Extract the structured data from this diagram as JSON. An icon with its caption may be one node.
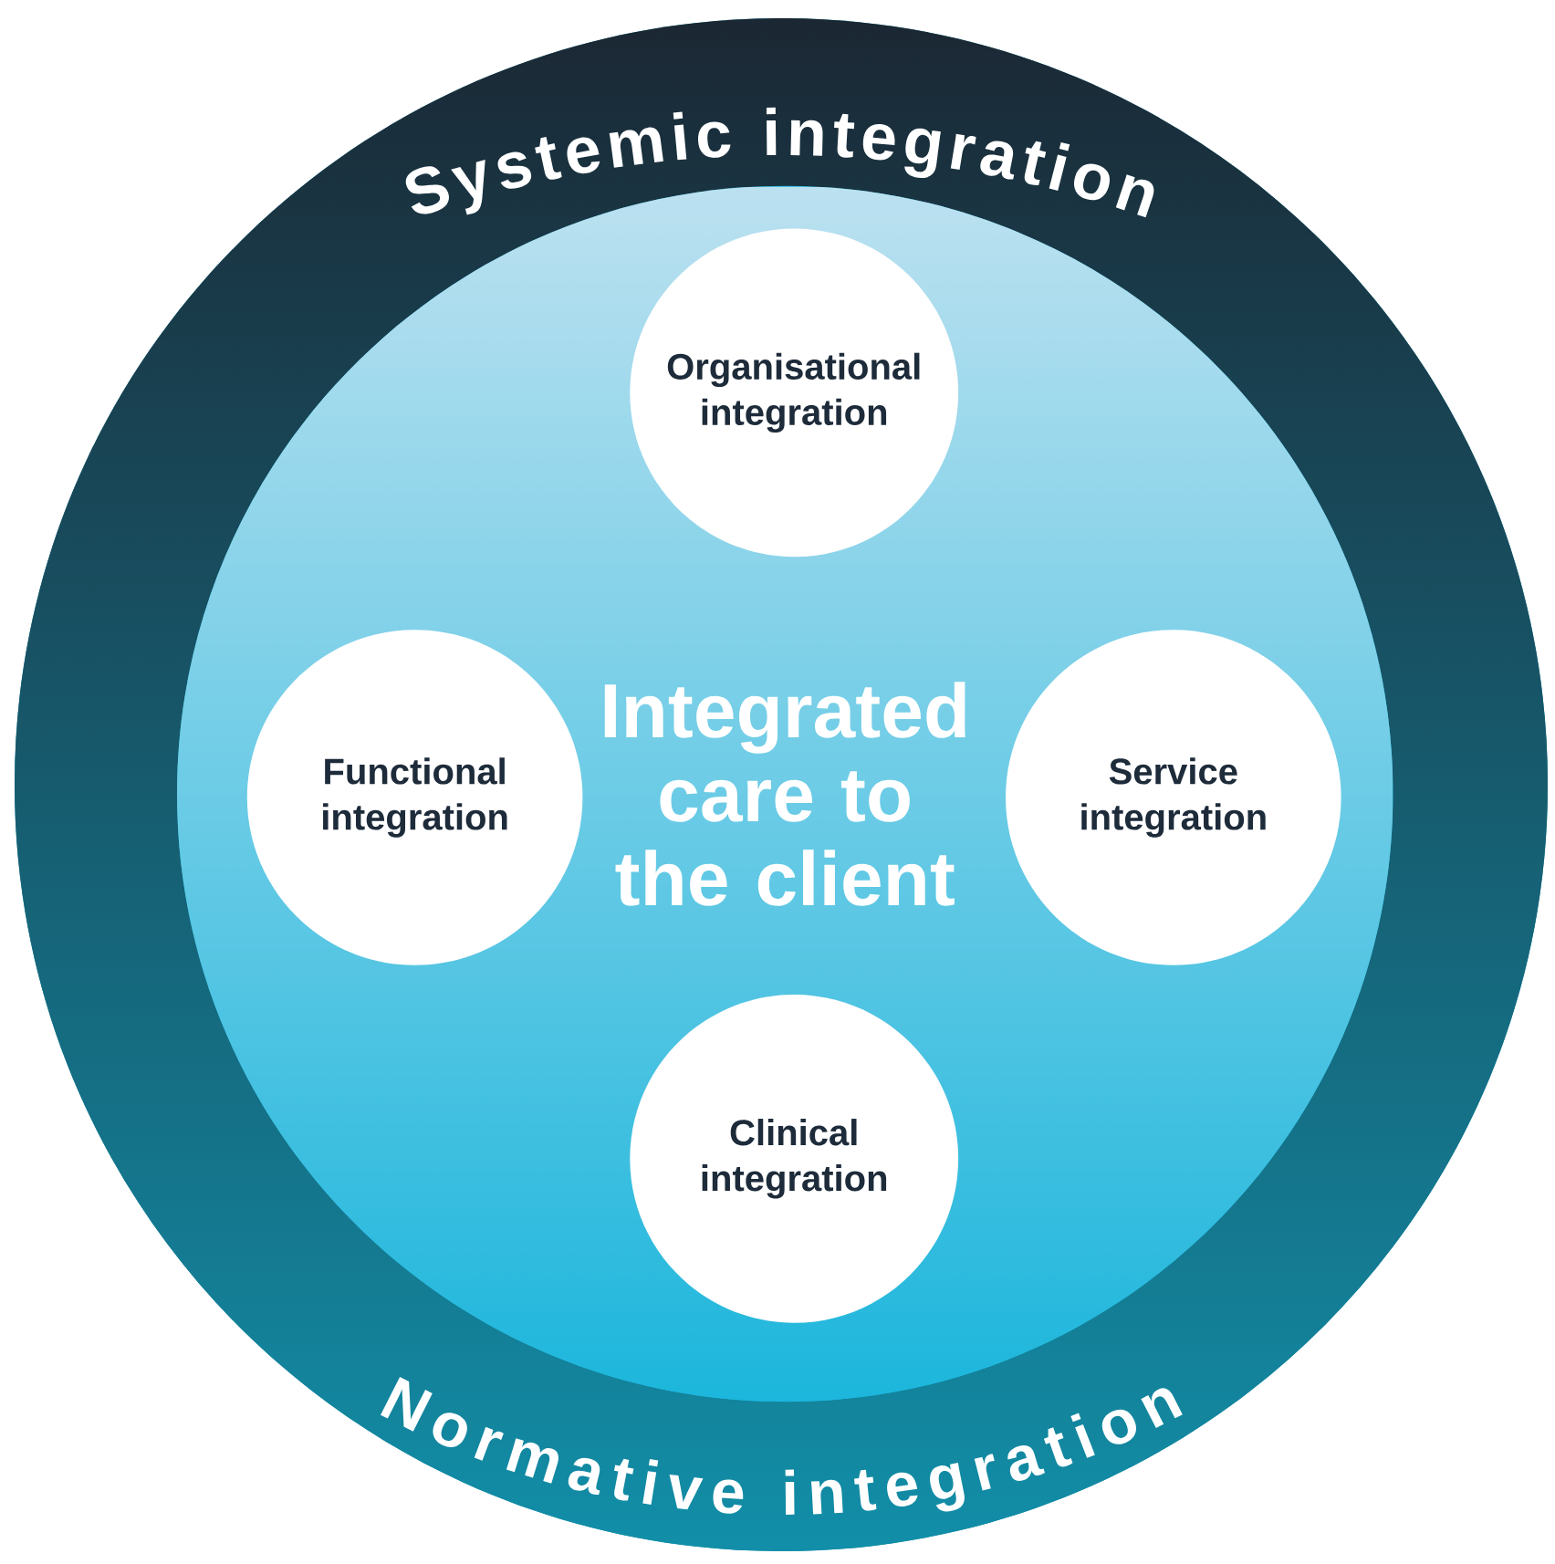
{
  "diagram": {
    "nodes": [
      {
        "text": [
          "Systemic integration",
          "Normative integration"
        ]
      },
      {
        "text": [
          "Integrated care to the client"
        ],
        "in": 0
      },
      {
        "text": [
          "Organisational integration"
        ],
        "in": 1
      },
      {
        "text": [
          "Functional integration"
        ],
        "in": 1
      },
      {
        "text": [
          "Service integration"
        ],
        "in": 1
      },
      {
        "text": [
          "Clinical integration"
        ],
        "in": 1
      }
    ]
  }
}
